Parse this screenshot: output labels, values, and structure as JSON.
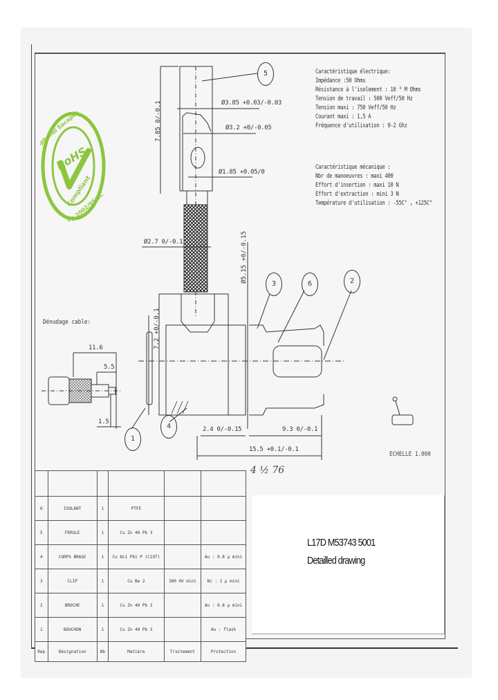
{
  "document": {
    "part_number": "L17D M53743 5001",
    "subtitle": "Detailled drawing",
    "scale_label": "ECHELLE 1.000",
    "handwritten_note": "4 ½ 76"
  },
  "rohs_badge": {
    "top_text": "Amphenol Socapex",
    "center_text": "RoHS",
    "side_text": "Compliant",
    "bottom_text": "EU 2002/95/EC",
    "color": "#8cc63f"
  },
  "electrical": {
    "heading": "Caractéristique électrique:",
    "lines": [
      "Impédance :50 Ohms",
      "Résistance à l'isolement : 10 ³ M Ohms",
      "Tension de travail : 500 Veff/50 Hz",
      "Tension maxi : 750 Veff/50 Hz",
      "Courant maxi : 1,5 A",
      "Fréquence d'utilisation : 0-2 Ghz"
    ]
  },
  "mechanical": {
    "heading": "Caractéristique mécanique :",
    "lines": [
      "Nbr de manoeuvres : maxi 400",
      "Effort d'insertion : maxi 10 N",
      "Effort d'extraction : mini 3 N",
      "Température d'utilisation : -55C° , +125C°"
    ]
  },
  "cable_stripping": {
    "label": "Dénudage cable:",
    "dims": [
      "11.6",
      "5.5",
      "1.5"
    ]
  },
  "dimensions": {
    "d_3_85": "Ø3.85 +0.03/-0.03",
    "d_3_2": "Ø3.2 +0/-0.05",
    "d_1_85": "Ø1.85 +0.05/0",
    "d_2_7": "Ø2.7 0/-0.1",
    "d_5_15": "Ø5.15 +0/-0.15",
    "len_7_85": "7.85 0/-0.1",
    "len_7_2": "7.2 +0/-0.1",
    "len_2_4": "2.4 0/-0.15",
    "len_9_3": "9.3 0/-0.1",
    "len_15_5": "15.5 +0.1/-0.1"
  },
  "balloons": [
    "1",
    "2",
    "3",
    "4",
    "5",
    "6"
  ],
  "bom": {
    "headers": [
      "Rep",
      "Désignation",
      "Nb",
      "Matière",
      "Traitement",
      "Protection"
    ],
    "rows": [
      [
        "6",
        "ISOLANT",
        "1",
        "PTFE",
        "",
        ""
      ],
      [
        "5",
        "FERULE",
        "1",
        "Cu Zn 40 Pb 3",
        "",
        ""
      ],
      [
        "4",
        "CORPS BRASE",
        "1",
        "Cu Ni1 Pb1 P (C19T)",
        "",
        "Au : 0.8 µ mini"
      ],
      [
        "3",
        "CLIP",
        "1",
        "Cu Be 2",
        "380 HV mini",
        "Ni : 2 µ mini"
      ],
      [
        "2",
        "BROCHE",
        "1",
        "Cu Zn 40 Pb 3",
        "",
        "Au : 0.8 µ mini"
      ],
      [
        "1",
        "BOUCHON",
        "1",
        "Cu Zn 40 Pb 3",
        "",
        "Au : flash"
      ]
    ]
  }
}
